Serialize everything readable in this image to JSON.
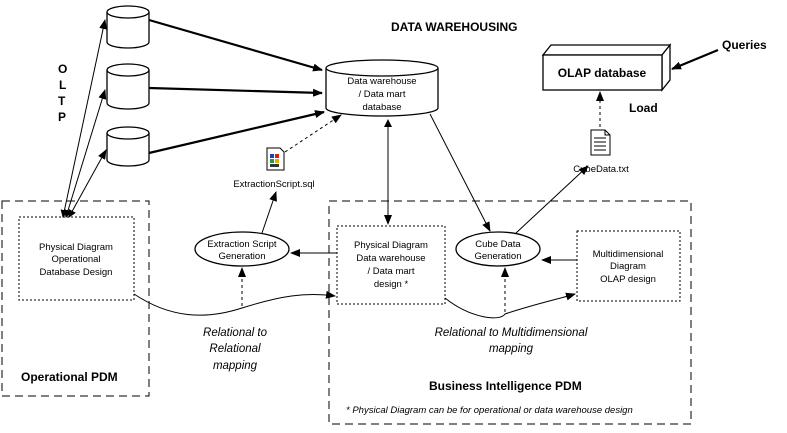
{
  "title": "DATA WAREHOUSING",
  "oltp_label": [
    "O",
    "L",
    "T",
    "P"
  ],
  "queries": "Queries",
  "olap_database": "OLAP database",
  "load": "Load",
  "data_warehouse_db": [
    "Data warehouse",
    "/ Data mart",
    "database"
  ],
  "extraction_script_file": "ExtractionScript.sql",
  "cube_data_file": "CubeData.txt",
  "physical_diagram_operational": [
    "Physical Diagram",
    "Operational",
    "Database Design"
  ],
  "extraction_script_generation": [
    "Extraction Script",
    "Generation"
  ],
  "physical_diagram_warehouse": [
    "Physical Diagram",
    "Data warehouse",
    "/ Data mart",
    "design *"
  ],
  "cube_data_generation": [
    "Cube Data",
    "Generation"
  ],
  "multidimensional_diagram": [
    "Multidimensional",
    "Diagram",
    "OLAP design"
  ],
  "relational_to_relational": [
    "Relational to",
    "Relational",
    "mapping"
  ],
  "relational_to_multidimensional": [
    "Relational to Multidimensional",
    "mapping"
  ],
  "operational_pdm": "Operational PDM",
  "business_intelligence_pdm": "Business Intelligence PDM",
  "footnote": "* Physical Diagram can be for operational or data warehouse design"
}
